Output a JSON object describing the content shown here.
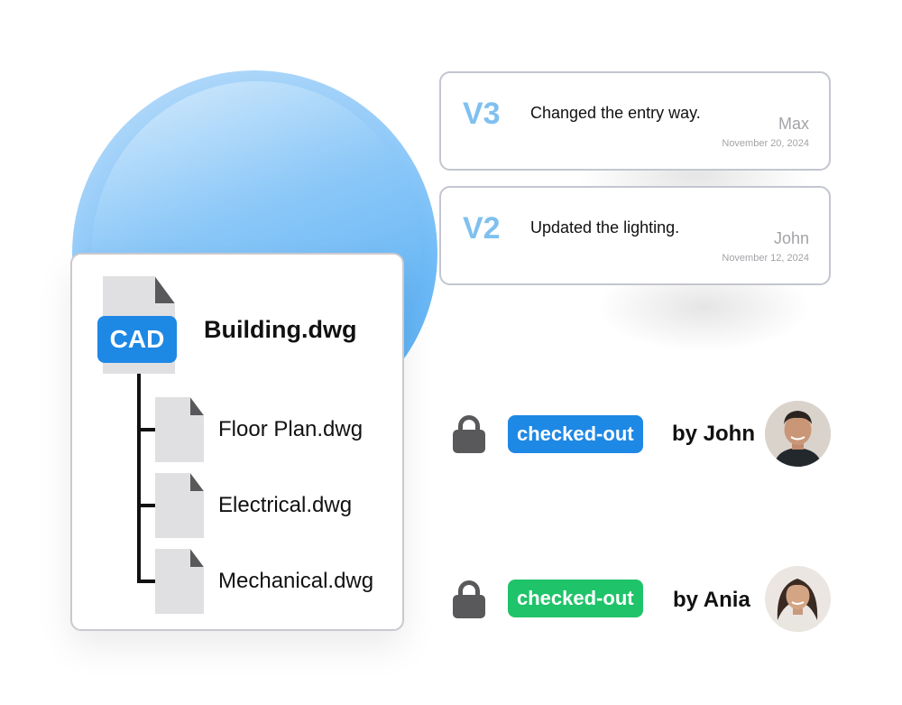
{
  "file_tree": {
    "main_badge": "CAD",
    "main_file": "Building.dwg",
    "children": [
      {
        "name": "Floor Plan.dwg"
      },
      {
        "name": "Electrical.dwg"
      },
      {
        "name": "Mechanical.dwg"
      }
    ]
  },
  "versions": [
    {
      "label": "V3",
      "message": "Changed the entry way.",
      "author": "Max",
      "date": "November 20, 2024"
    },
    {
      "label": "V2",
      "message": "Updated the lighting.",
      "author": "John",
      "date": "November 12, 2024"
    }
  ],
  "checkouts": [
    {
      "status": "checked-out",
      "by": "by John",
      "color": "#1e88e5",
      "icon": "lock-icon"
    },
    {
      "status": "checked-out",
      "by": "by Ania",
      "color": "#1fc36a",
      "icon": "lock-icon"
    }
  ],
  "colors": {
    "accent_blue": "#1e88e5",
    "accent_green": "#1fc36a",
    "version_label": "#7fc0ef"
  }
}
